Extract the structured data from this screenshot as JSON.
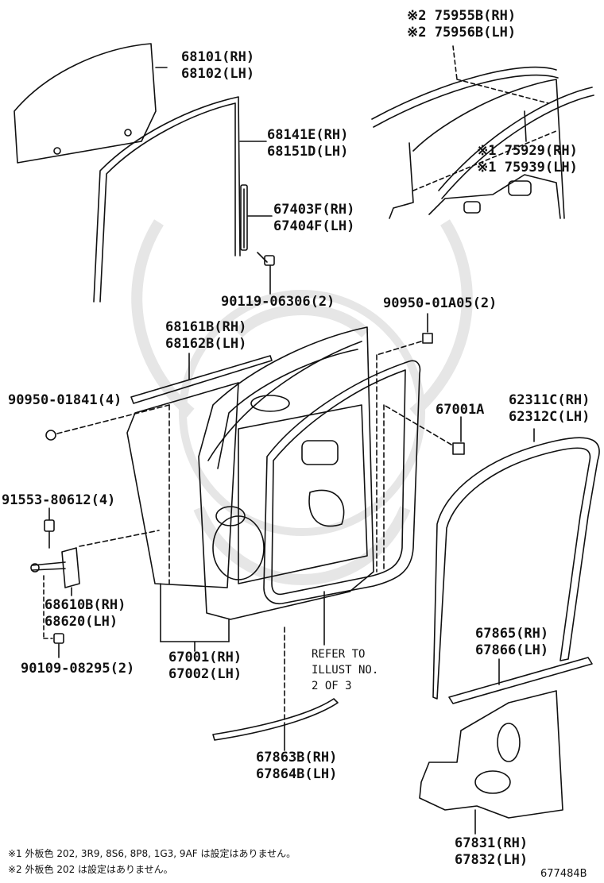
{
  "parts": {
    "p68101": {
      "rh": "68101(RH)",
      "lh": "68102(LH)"
    },
    "p68141": {
      "rh": "68141E(RH)",
      "lh": "68151D(LH)"
    },
    "p67403": {
      "rh": "67403F(RH)",
      "lh": "67404F(LH)"
    },
    "p90119": {
      "label": "90119-06306(2)"
    },
    "p75955": {
      "rh": "※2 75955B(RH)",
      "lh": "※2 75956B(LH)"
    },
    "p75929": {
      "rh": "※1 75929(RH)",
      "lh": "※1 75939(LH)"
    },
    "p68161": {
      "rh": "68161B(RH)",
      "lh": "68162B(LH)"
    },
    "p90950a": {
      "label": "90950-01A05(2)"
    },
    "p90950b": {
      "label": "90950-01841(4)"
    },
    "p67001A": {
      "label": "67001A"
    },
    "p62311": {
      "rh": "62311C(RH)",
      "lh": "62312C(LH)"
    },
    "p91553": {
      "label": "91553-80612(4)"
    },
    "p68610": {
      "rh": "68610B(RH)",
      "lh": "68620(LH)"
    },
    "p90109": {
      "label": "90109-08295(2)"
    },
    "p67001": {
      "rh": "67001(RH)",
      "lh": "67002(LH)"
    },
    "p67865": {
      "rh": "67865(RH)",
      "lh": "67866(LH)"
    },
    "p67863": {
      "rh": "67863B(RH)",
      "lh": "67864B(LH)"
    },
    "p67831": {
      "rh": "67831(RH)",
      "lh": "67832(LH)"
    }
  },
  "reference": {
    "line1": "REFER TO",
    "line2": "ILLUST NO.",
    "line3": "2 OF 3"
  },
  "notes": {
    "note1": "※1 外板色 202, 3R9, 8S6, 8P8, 1G3, 9AF は設定はありません。",
    "note2": "※2 外板色 202 は設定はありません。"
  },
  "figure_number": "677484B",
  "colors": {
    "line": "#111111",
    "watermark": "#e6e6e6"
  }
}
